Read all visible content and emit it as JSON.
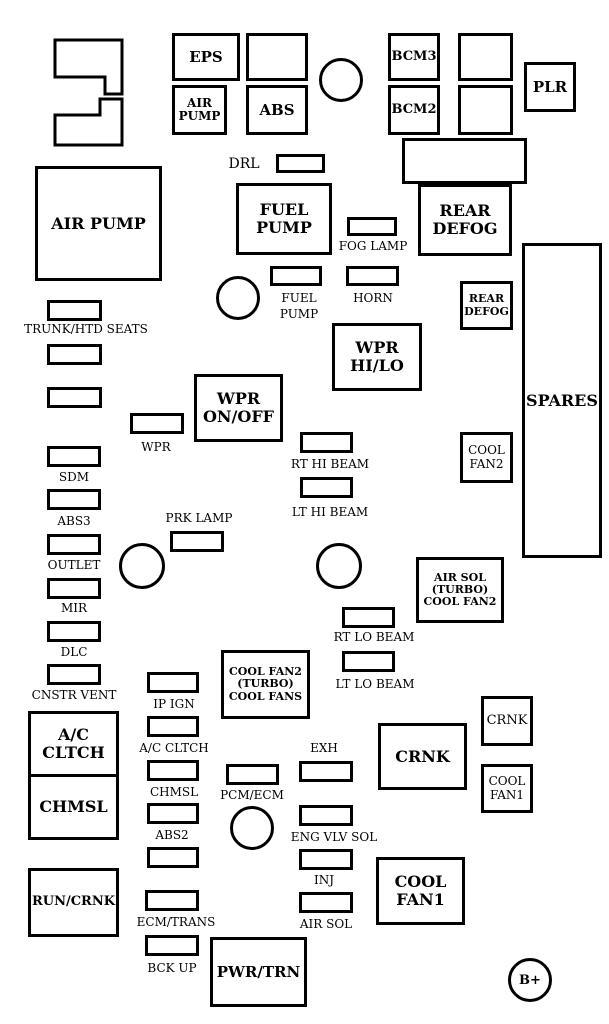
{
  "relays": {
    "eps": "EPS",
    "air_pump_small": "AIR\nPUMP",
    "abs": "ABS",
    "bcm3": "BCM3",
    "bcm2": "BCM2",
    "plr": "PLR",
    "air_pump_large": "AIR PUMP",
    "fuel_pump": "FUEL\nPUMP",
    "rear_defog_large": "REAR\nDEFOG",
    "rear_defog_small": "REAR\nDEFOG",
    "wpr_hi_lo": "WPR\nHI/LO",
    "spares": "SPARES",
    "wpr_on_off": "WPR\nON/OFF",
    "cool_fan2_small": "COOL\nFAN2",
    "air_sol_turbo": "AIR SOL\n(TURBO)\nCOOL FAN2",
    "cool_fan2_turbo": "COOL FAN2\n(TURBO)\nCOOL FANS",
    "ac_cltch_relay": "A/C\nCLTCH",
    "chmsl_relay": "CHMSL",
    "crnk_large": "CRNK",
    "crnk_small": "CRNK",
    "cool_fan1_small": "COOL\nFAN1",
    "run_crnk": "RUN/CRNK",
    "cool_fan1_large": "COOL\nFAN1",
    "pwr_trn": "PWR/TRN",
    "b_plus": "B+"
  },
  "fuse_labels": {
    "drl": "DRL",
    "fog_lamp": "FOG LAMP",
    "fuel_pump": "FUEL\nPUMP",
    "horn": "HORN",
    "trunk_htd_seats": "TRUNK/HTD SEATS",
    "wpr": "WPR",
    "rt_hi_beam": "RT HI BEAM",
    "lt_hi_beam": "LT HI BEAM",
    "sdm": "SDM",
    "abs3": "ABS3",
    "prk_lamp": "PRK LAMP",
    "outlet": "OUTLET",
    "mir": "MIR",
    "rt_lo_beam": "RT LO BEAM",
    "dlc": "DLC",
    "lt_lo_beam": "LT LO BEAM",
    "cnstr_vent": "CNSTR VENT",
    "ip_ign": "IP IGN",
    "ac_cltch": "A/C CLTCH",
    "exh": "EXH",
    "chmsl": "CHMSL",
    "pcm_ecm": "PCM/ECM",
    "abs2": "ABS2",
    "eng_vlv_sol": "ENG VLV SOL",
    "inj": "INJ",
    "ecm_trans": "ECM/TRANS",
    "air_sol": "AIR SOL",
    "bck_up": "BCK UP"
  }
}
